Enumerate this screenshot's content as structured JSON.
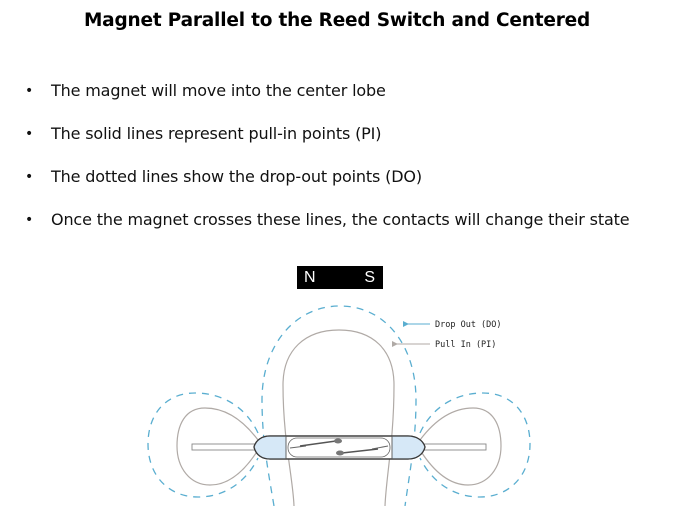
{
  "slide": {
    "title": "Magnet Parallel to the Reed Switch and Centered",
    "bullet_glyph": "•",
    "bullets": [
      "The magnet will move into the center lobe",
      "The solid lines represent pull-in points (PI)",
      "The dotted lines show the drop-out points (DO)",
      "Once the magnet crosses these lines, the contacts will change their state"
    ]
  },
  "diagram": {
    "magnet": {
      "north_label": "N",
      "south_label": "S"
    },
    "legend": {
      "drop_out_label": "Drop Out (DO)",
      "pull_in_label": "Pull In (PI)"
    },
    "colors": {
      "drop_out_line": "#5aaed0",
      "pull_in_line": "#b0aaa6",
      "glass_fill": "#d6e8f7",
      "glass_outline": "#3a3a3a"
    }
  }
}
